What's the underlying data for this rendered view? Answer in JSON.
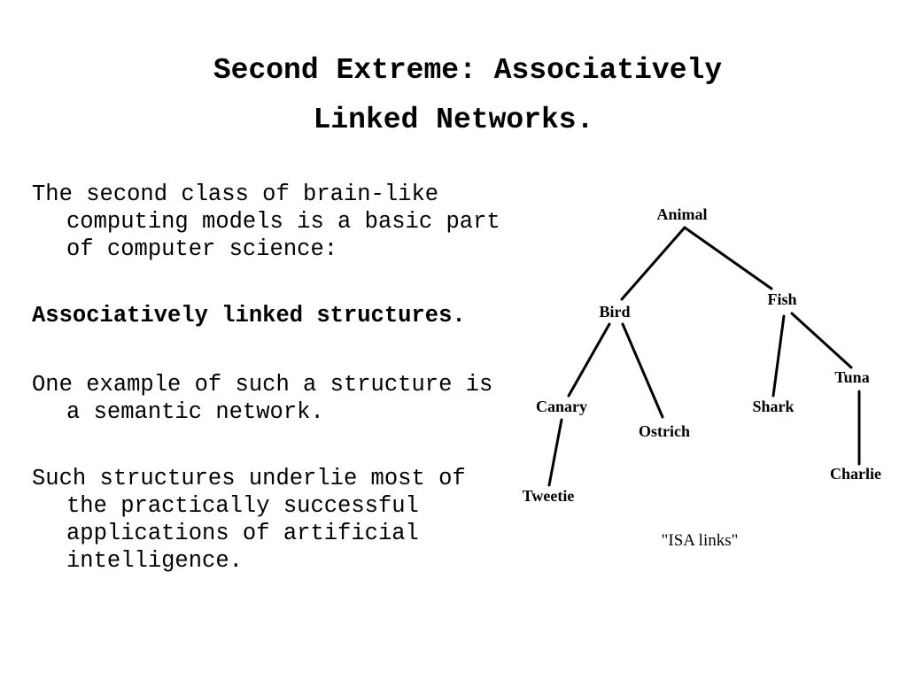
{
  "title": {
    "line1": "Second Extreme: Associatively",
    "line2": "Linked Networks."
  },
  "paragraphs": [
    "The second class of brain-like computing models is a basic part of computer science:",
    "Associatively linked structures.",
    "One example of such a structure is a semantic network.",
    "Such structures underlie most of the practically successful applications of artificial intelligence."
  ],
  "network": {
    "nodes": {
      "animal": "Animal",
      "bird": "Bird",
      "fish": "Fish",
      "canary": "Canary",
      "ostrich": "Ostrich",
      "shark": "Shark",
      "tuna": "Tuna",
      "tweetie": "Tweetie",
      "charlie": "Charlie"
    },
    "edges": [
      [
        "animal",
        "bird"
      ],
      [
        "animal",
        "fish"
      ],
      [
        "bird",
        "canary"
      ],
      [
        "bird",
        "ostrich"
      ],
      [
        "fish",
        "shark"
      ],
      [
        "fish",
        "tuna"
      ],
      [
        "canary",
        "tweetie"
      ],
      [
        "tuna",
        "charlie"
      ]
    ],
    "caption": "\"ISA links\""
  }
}
